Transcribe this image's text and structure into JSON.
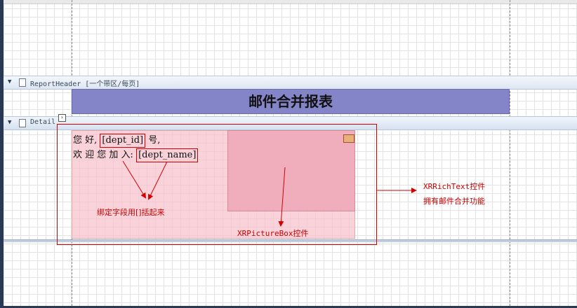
{
  "bands": {
    "report_header_label": "ReportHeader [一个带区/每页]",
    "detail_label": "Detail"
  },
  "report": {
    "title": "邮件合并报表",
    "line1_prefix": "您 好,",
    "field_dept_id": "[dept_id]",
    "line1_suffix": "号,",
    "line2_prefix": "欢 迎 您 加 入:",
    "field_dept_name": "[dept_name]"
  },
  "annotations": {
    "bind_fields": "绑定字段用[]括起来",
    "picturebox": "XRPictureBox控件",
    "richtext_line1": "XRRichText控件",
    "richtext_line2": "拥有邮件合并功能"
  },
  "icons": {
    "collapse": "triangle-down-icon",
    "band": "band-icon",
    "picture": "picture-icon",
    "smart_tag": "smart-tag-icon"
  },
  "colors": {
    "title_band": "#8484c8",
    "annotation_red": "#cc0000",
    "richtext_fill": "#f7c4cc"
  }
}
